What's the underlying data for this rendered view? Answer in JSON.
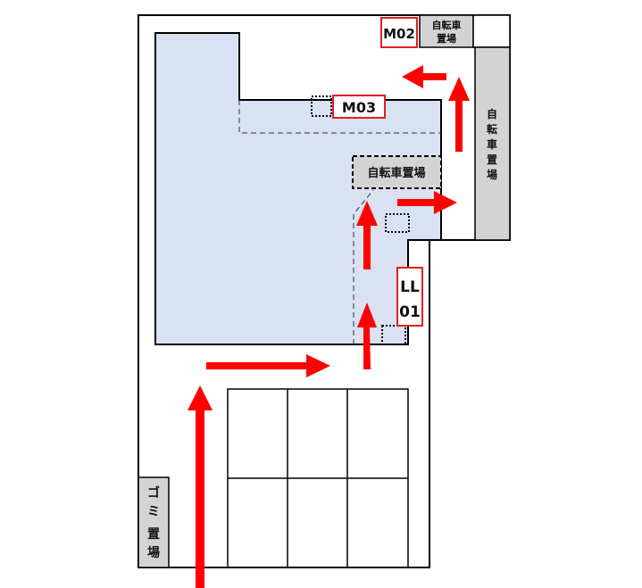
{
  "labels": {
    "m02": "M02",
    "m03": "M03",
    "ll01_line1": "LL",
    "ll01_line2": "01",
    "bike_top_line1": "自転車",
    "bike_top_line2": "置場",
    "bike_right_chars": [
      "自",
      "転",
      "車",
      "置",
      "場"
    ],
    "bike_middle": "自転車置場",
    "garbage_chars": [
      "ゴ",
      "ミ",
      "置",
      "場"
    ]
  },
  "colors": {
    "building_fill": "#d9e1f2",
    "label_border": "#e31e24",
    "arrow": "#ff0000",
    "gray_box": "#d3d3d3",
    "outline": "#000000"
  }
}
